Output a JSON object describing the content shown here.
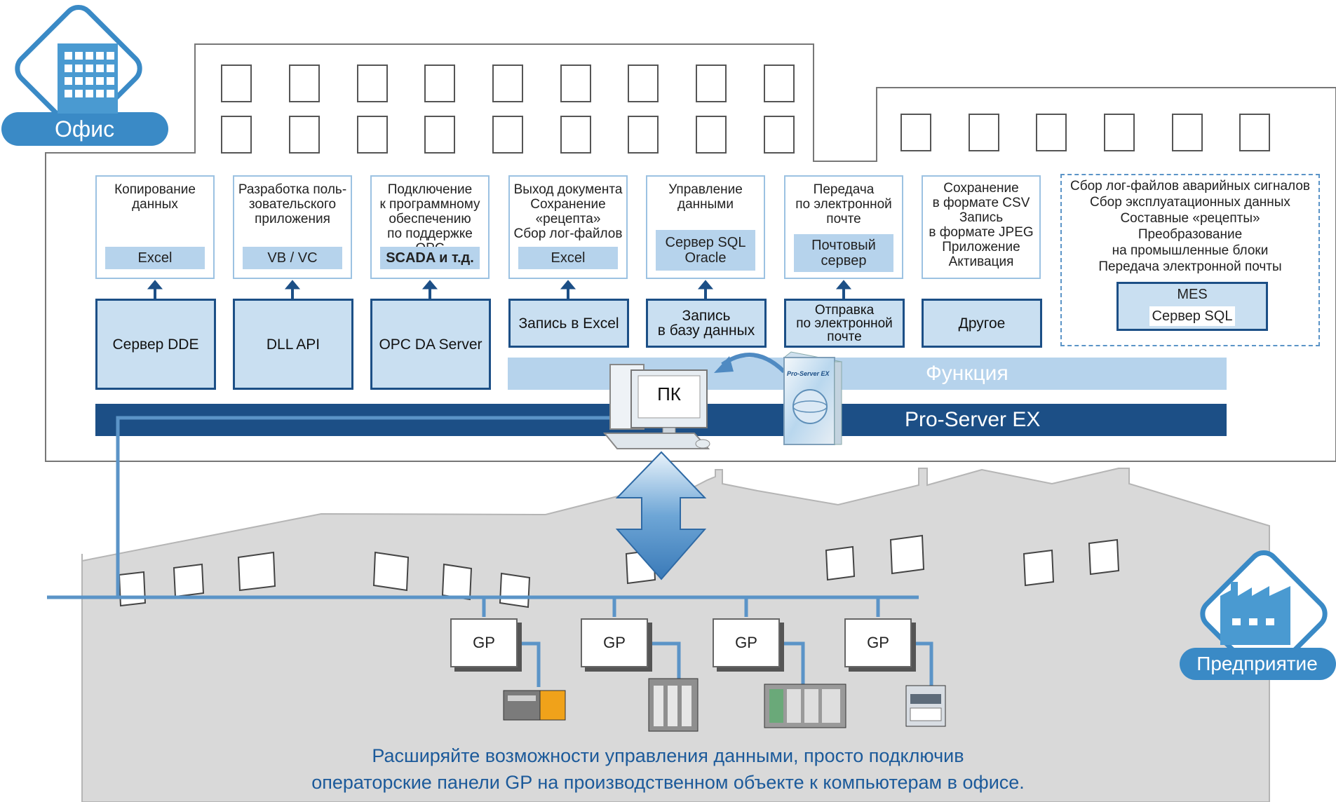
{
  "office_label": "Офис",
  "factory_label": "Предприятие",
  "functions": [
    {
      "text": "Копирование\nданных",
      "tag": "Excel"
    },
    {
      "text": "Разработка поль-\nзовательского\nприложения",
      "tag": "VB / VC"
    },
    {
      "text": "Подключение\nк программному\nобеспечению\nпо поддержке OPC",
      "tag": "SCADA и т.д."
    },
    {
      "text": "Выход документа\nСохранение\n«рецепта»\nСбор лог-файлов",
      "tag": "Excel"
    },
    {
      "text": "Управление\nданными",
      "tag": "Сервер SQL\nOracle"
    },
    {
      "text": "Передача\nпо электронной\nпочте",
      "tag": "Почтовый\nсервер"
    },
    {
      "text": "Сохранение\nв формате CSV\nЗапись\nв формате JPEG\nПриложение\nАктивация",
      "tag": ""
    }
  ],
  "mes_block": {
    "text": "Сбор лог-файлов аварийных сигналов\nСбор эксплуатационных данных\nСоставные «рецепты»\nПреобразование\nна промышленные блоки\nПередача электронной почты",
    "box_title": "MES",
    "box_tag": "Сервер SQL"
  },
  "modules": [
    "Сервер DDE",
    "DLL API",
    "OPC DA Server",
    "Запись в Excel",
    "Запись\nв базу данных",
    "Отправка\nпо электронной\nпочте",
    "Другое"
  ],
  "function_bar_label": "Функция",
  "pro_server_label": "Pro-Server EX",
  "pc_label": "ПК",
  "box_brand": "Pro-Server EX",
  "gp_label": "GP",
  "gp_units": [
    "GP",
    "GP",
    "GP",
    "GP"
  ],
  "caption_line1": "Расширяйте возможности управления данными, просто подключив",
  "caption_line2": "операторские панели GP на производственном объекте к компьютерам в офисе.",
  "colors": {
    "accent": "#1c4f86",
    "light": "#c9dff1",
    "mid": "#5b94c7",
    "icon": "#3a8ac6"
  }
}
